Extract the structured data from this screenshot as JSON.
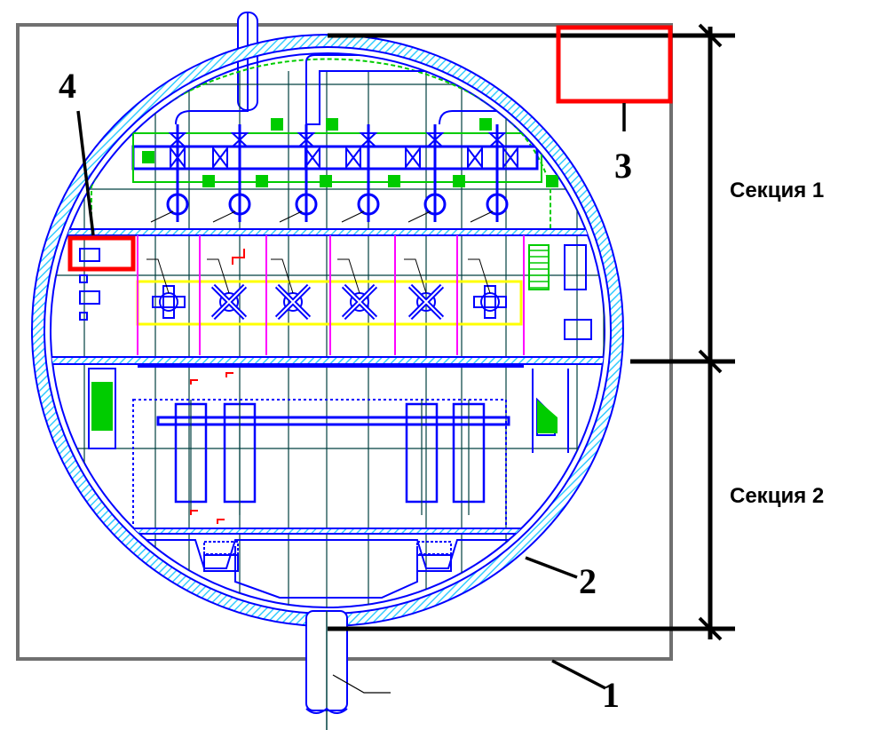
{
  "labels": {
    "frame": "1",
    "shell": "2",
    "box_top_right": "3",
    "box_left": "4"
  },
  "sections": {
    "section_1": "Секция 1",
    "section_2": "Секция 2"
  },
  "colors": {
    "drawing": "#0000ff",
    "hatch": "#33ccff",
    "axis": "#004040",
    "green": "#00cc00",
    "yellow": "#ffff00",
    "magenta": "#ff00ff",
    "highlight": "#ff0000",
    "frame": "#707070"
  }
}
